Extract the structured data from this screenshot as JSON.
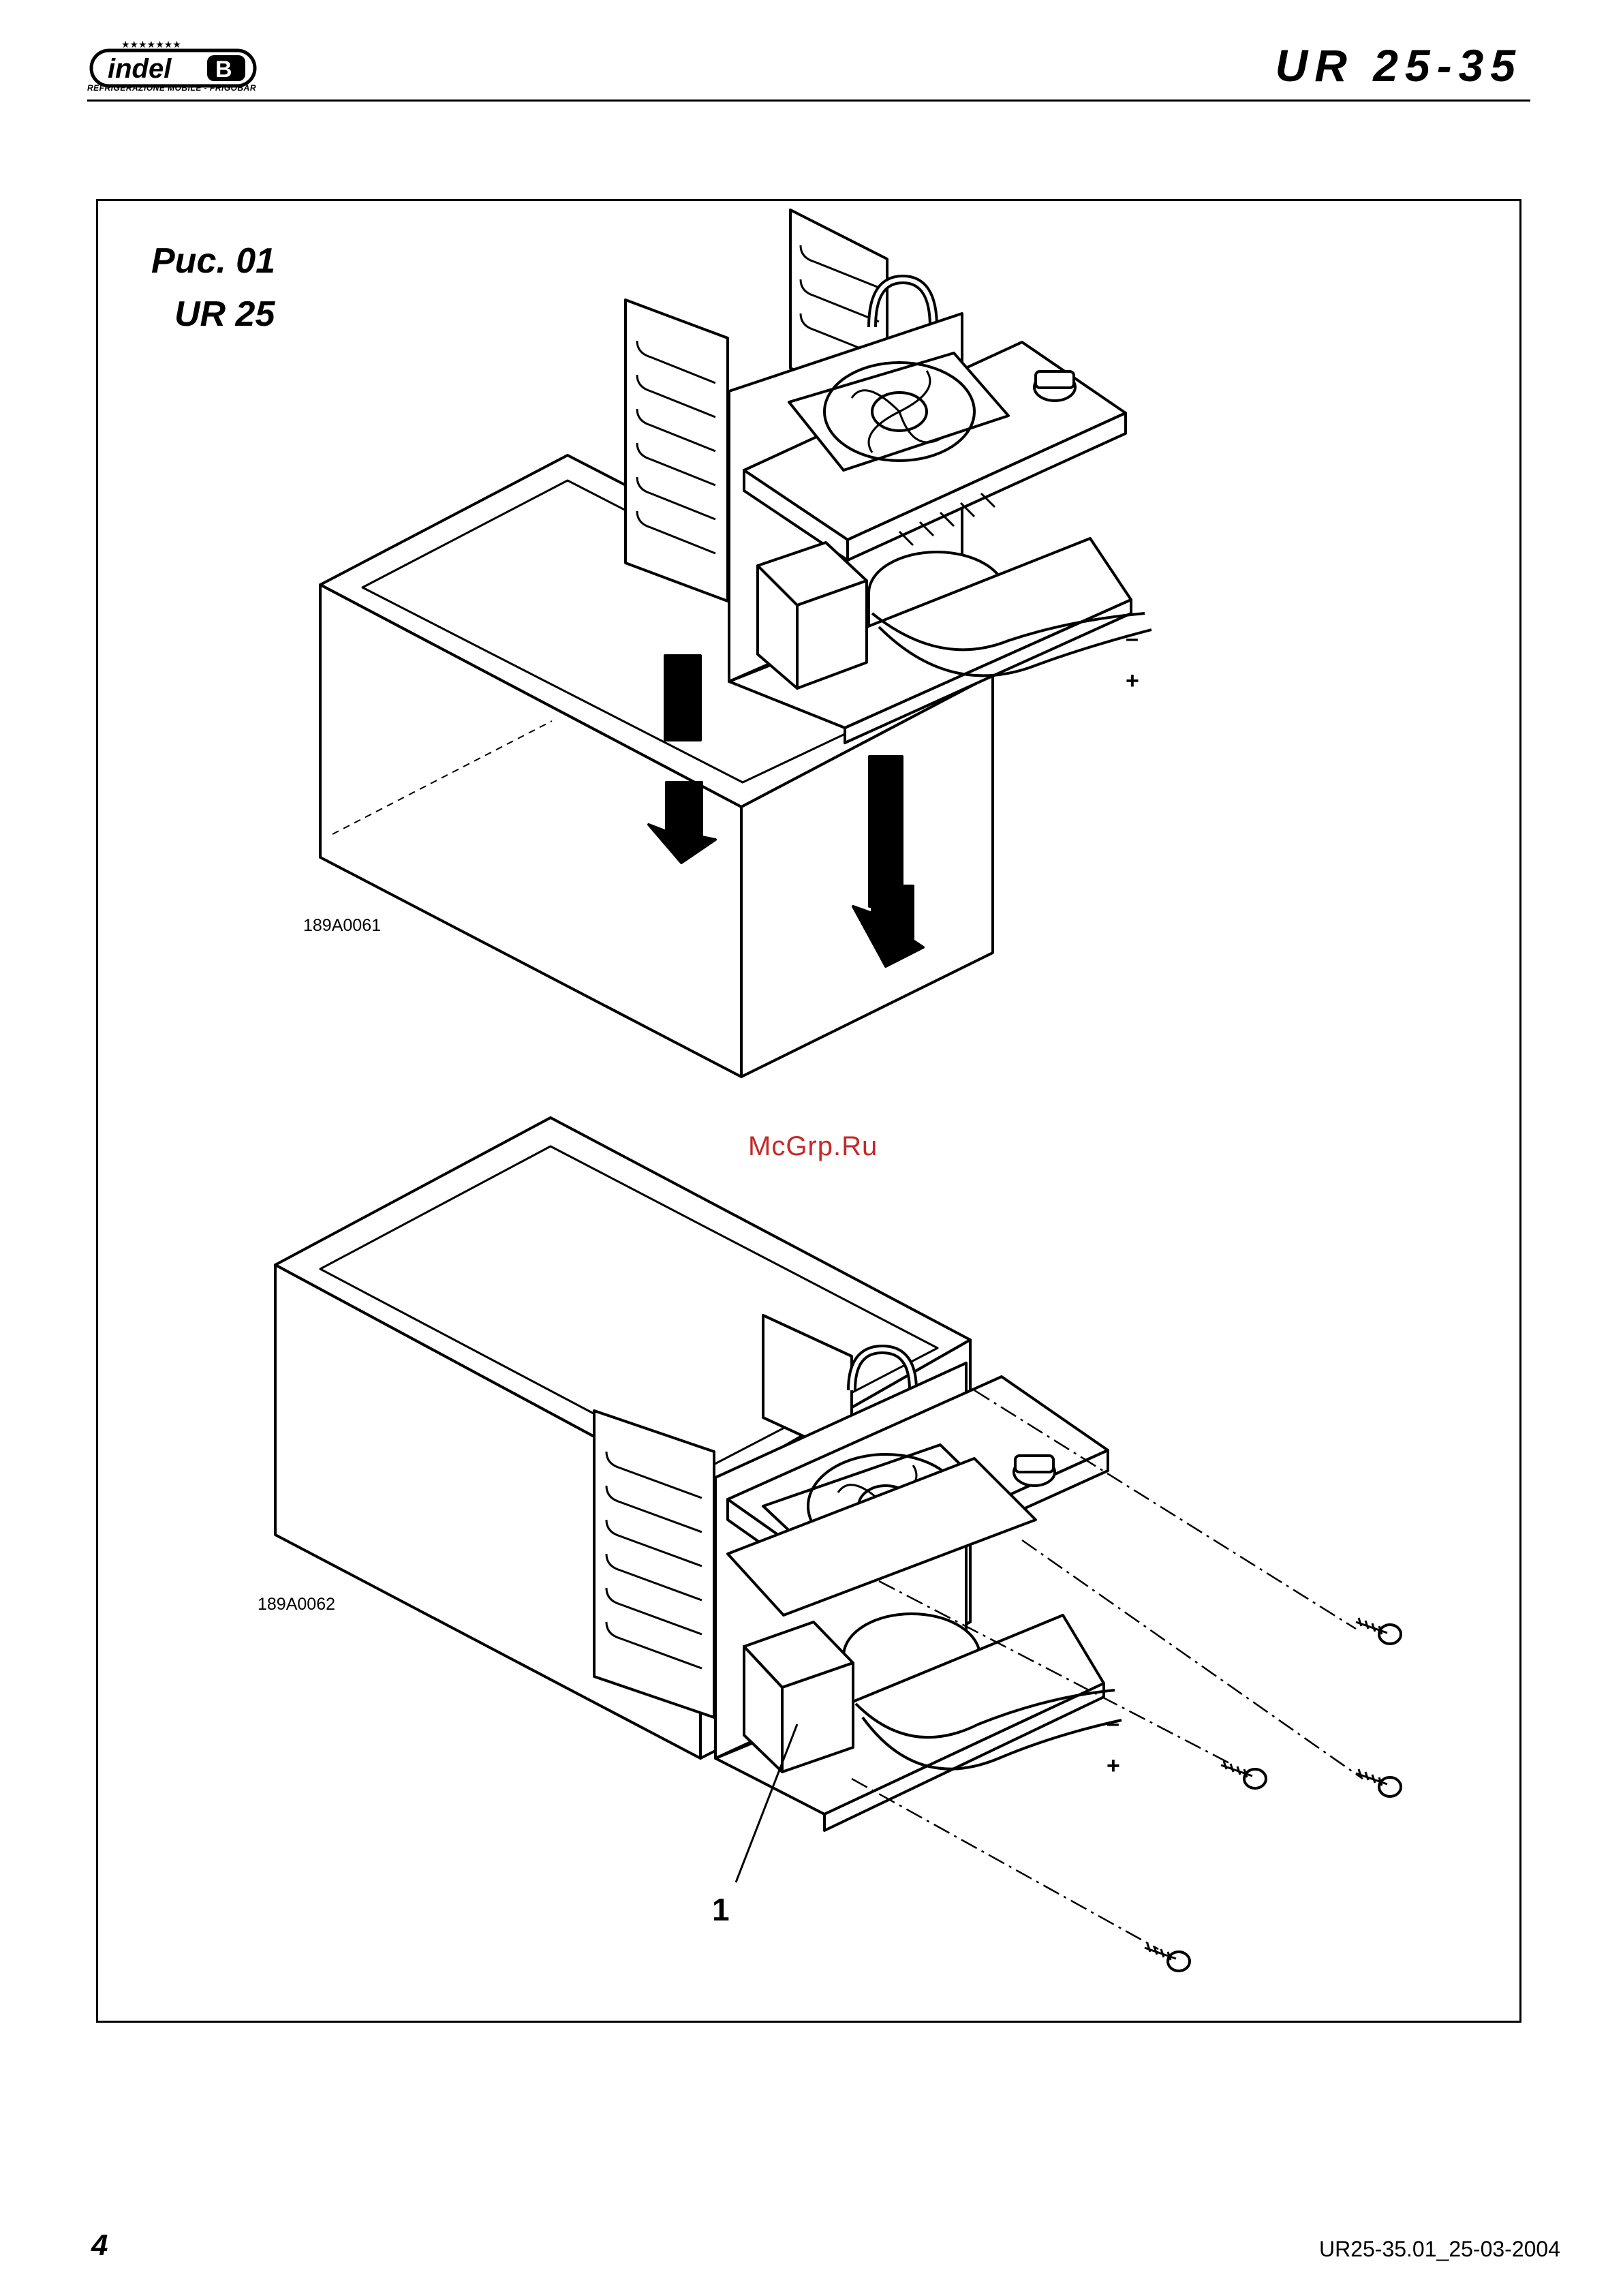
{
  "header": {
    "logo_text": "indel B",
    "logo_subtitle": "REFRIGERAZIONE MOBILE - FRIGOBAR",
    "title": "UR 25-35"
  },
  "figure": {
    "label_line1": "Рис. 01",
    "label_line2": "UR 25",
    "top_code": "189A0061",
    "bottom_code": "189A0062",
    "callout_number": "1",
    "polarity_minus": "–",
    "polarity_plus": "+"
  },
  "watermark": "McGrp.Ru",
  "footer": {
    "page_number": "4",
    "doc_code": "UR25-35.01_25-03-2004"
  }
}
